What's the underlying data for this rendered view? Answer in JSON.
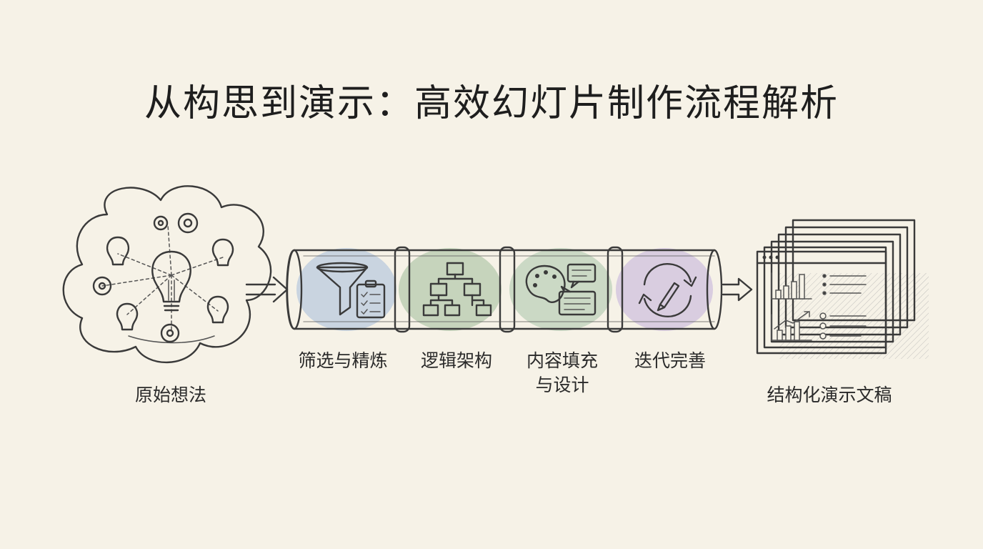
{
  "title": "从构思到演示：高效幻灯片制作流程解析",
  "colors": {
    "background": "#f6f2e7",
    "ink": "#3a3a3a",
    "stage_filter": "#b9c9de",
    "stage_structure": "#b6c9ad",
    "stage_content": "#bcd0b9",
    "stage_iterate": "#cfc0dd"
  },
  "source": {
    "label": "原始想法",
    "icon": "idea-cloud-icon"
  },
  "stages": [
    {
      "label": "筛选与精炼",
      "icon": "funnel-checklist-icon"
    },
    {
      "label": "逻辑架构",
      "icon": "hierarchy-icon"
    },
    {
      "label": "内容填充\n与设计",
      "icon": "palette-chat-icon"
    },
    {
      "label": "迭代完善",
      "icon": "refresh-pencil-icon"
    }
  ],
  "result": {
    "label": "结构化演示文稿",
    "icon": "slide-deck-icon"
  }
}
